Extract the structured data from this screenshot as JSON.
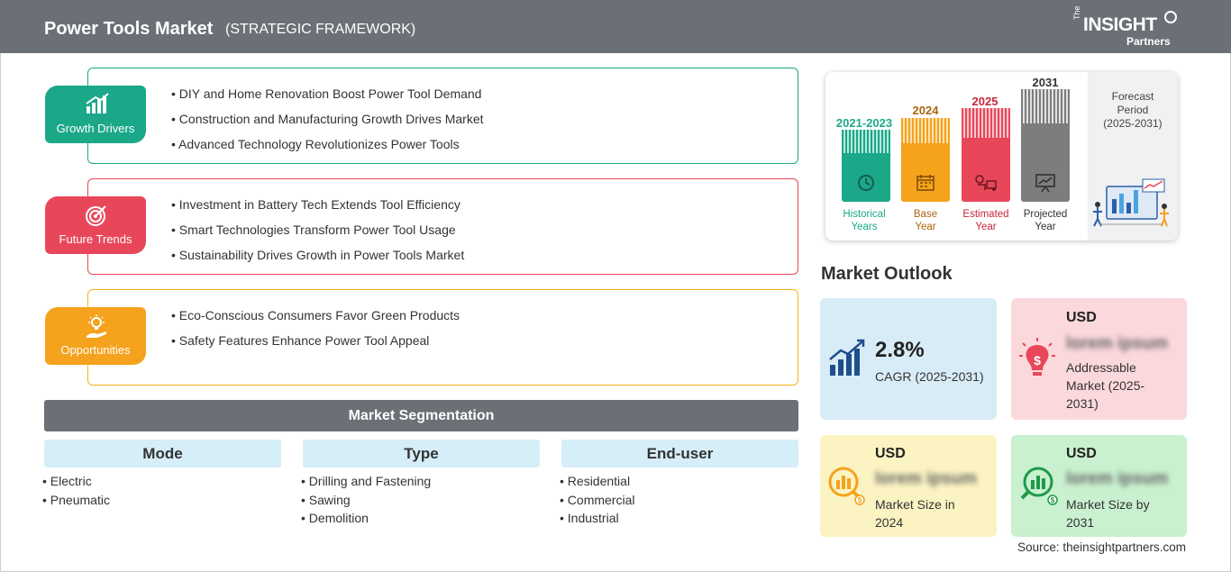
{
  "header": {
    "title": "Power Tools Market",
    "subtitle": "(STRATEGIC FRAMEWORK)",
    "logo": {
      "the": "The",
      "insight": "INSIGHT",
      "partners": "Partners"
    }
  },
  "framework": [
    {
      "label": "Growth Drivers",
      "icon": "growth-chart-icon",
      "color": "#1aa889",
      "items": [
        "DIY and Home Renovation Boost Power Tool Demand",
        "Construction and Manufacturing Growth Drives Market",
        "Advanced Technology Revolutionizes Power Tools"
      ]
    },
    {
      "label": "Future Trends",
      "icon": "target-icon",
      "color": "#e8475a",
      "items": [
        "Investment in Battery Tech Extends Tool Efficiency",
        "Smart Technologies Transform Power Tool Usage",
        "Sustainability Drives Growth in Power Tools Market"
      ]
    },
    {
      "label": "Opportunities",
      "icon": "lightbulb-hand-icon",
      "color": "#f5a21c",
      "items": [
        "Eco-Conscious Consumers Favor Green Products",
        "Safety Features Enhance Power Tool Appeal"
      ]
    }
  ],
  "segmentation": {
    "title": "Market Segmentation",
    "columns": [
      {
        "heading": "Mode",
        "items": [
          "Electric",
          "Pneumatic"
        ]
      },
      {
        "heading": "Type",
        "items": [
          "Drilling and Fastening",
          "Sawing",
          "Demolition"
        ]
      },
      {
        "heading": "End-user",
        "items": [
          "Residential",
          "Commercial",
          "Industrial"
        ]
      }
    ]
  },
  "timeline": {
    "columns": [
      {
        "year": "2021-2023",
        "label1": "Historical",
        "label2": "Years",
        "color": "#1aa889",
        "icon": "history-icon"
      },
      {
        "year": "2024",
        "label1": "Base",
        "label2": "Year",
        "color": "#f5a21c",
        "icon": "calendar-icon"
      },
      {
        "year": "2025",
        "label1": "Estimated",
        "label2": "Year",
        "color": "#e8475a",
        "icon": "estimate-icon"
      },
      {
        "year": "2031",
        "label1": "Projected",
        "label2": "Year",
        "color": "#7d7d7d",
        "icon": "presentation-icon"
      }
    ],
    "forecast": {
      "line1": "Forecast",
      "line2": "Period",
      "line3": "(2025-2031)"
    }
  },
  "outlook": {
    "title": "Market Outlook",
    "cagr": {
      "value": "2.8%",
      "label": "CAGR (2025-2031)",
      "bg": "#d8ecf7"
    },
    "addressable": {
      "currency": "USD",
      "value": "lorem ipsum",
      "label": "Addressable Market (2025-2031)",
      "label_l1": "Addressable",
      "label_l2": "Market (2025-",
      "label_l3": "2031)",
      "bg": "#fbd8dc"
    },
    "size2024": {
      "currency": "USD",
      "value": "lorem ipsum",
      "label_l1": "Market Size in",
      "label_l2": "2024",
      "bg": "#fbf3c2"
    },
    "size2031": {
      "currency": "USD",
      "value": "lorem ipsum",
      "label_l1": "Market Size by",
      "label_l2": "2031",
      "bg": "#c9f0cf"
    }
  },
  "source": "Source: theinsightpartners.com"
}
